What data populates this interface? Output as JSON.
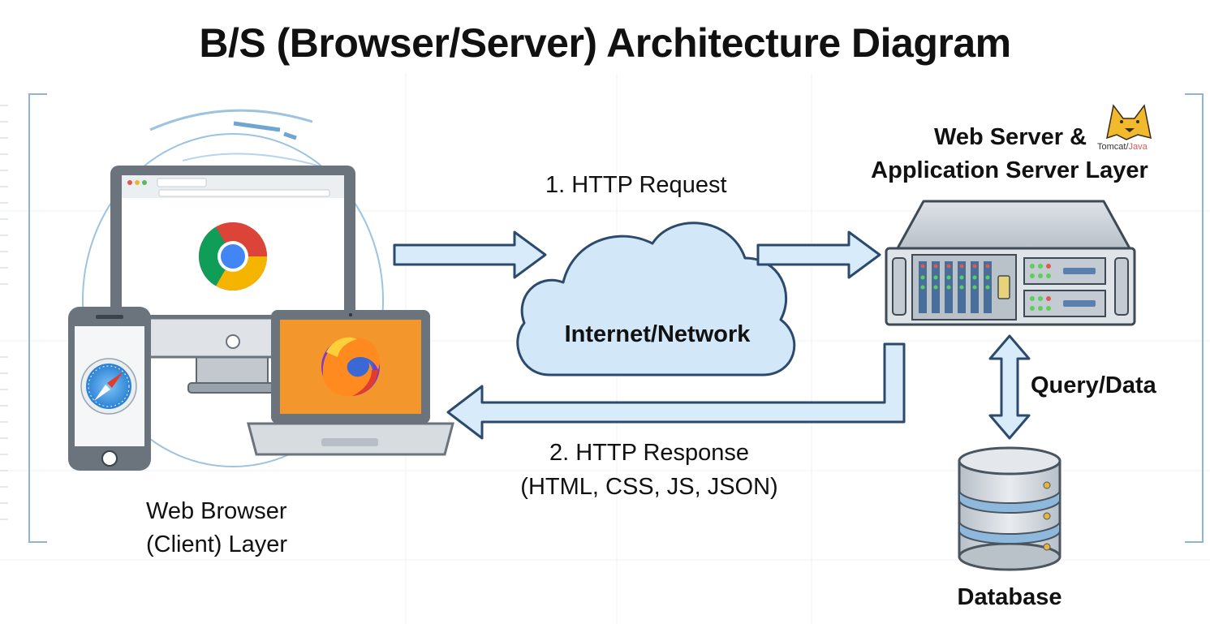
{
  "title": "B/S (Browser/Server) Architecture Diagram",
  "client": {
    "label_line1": "Web Browser",
    "label_line2": "(Client) Layer",
    "browsers": [
      {
        "icon": "chrome-icon",
        "device": "desktop-monitor"
      },
      {
        "icon": "firefox-icon",
        "device": "laptop"
      },
      {
        "icon": "safari-icon",
        "device": "smartphone"
      }
    ]
  },
  "network": {
    "label": "Internet/Network"
  },
  "request": {
    "label": "1. HTTP Request"
  },
  "response": {
    "label_line1": "2. HTTP Response",
    "label_line2": "(HTML, CSS, JS, JSON)"
  },
  "server": {
    "label_line1": "Web Server &",
    "label_line2": "Application Server Layer",
    "logo_text": "Tomcat/",
    "logo_text_accent": "Java",
    "icon": "server-rack-icon"
  },
  "query": {
    "label": "Query/Data"
  },
  "database": {
    "label": "Database",
    "icon": "database-icon"
  },
  "colors": {
    "arrow_fill": "#d7ebfa",
    "arrow_stroke": "#2c4a6b",
    "cloud_fill": "#d2e7f7",
    "device_frame": "#6b747d",
    "laptop_screen": "#f3962b",
    "grid": "#eef2f6",
    "bracket": "#8fb5d3"
  }
}
